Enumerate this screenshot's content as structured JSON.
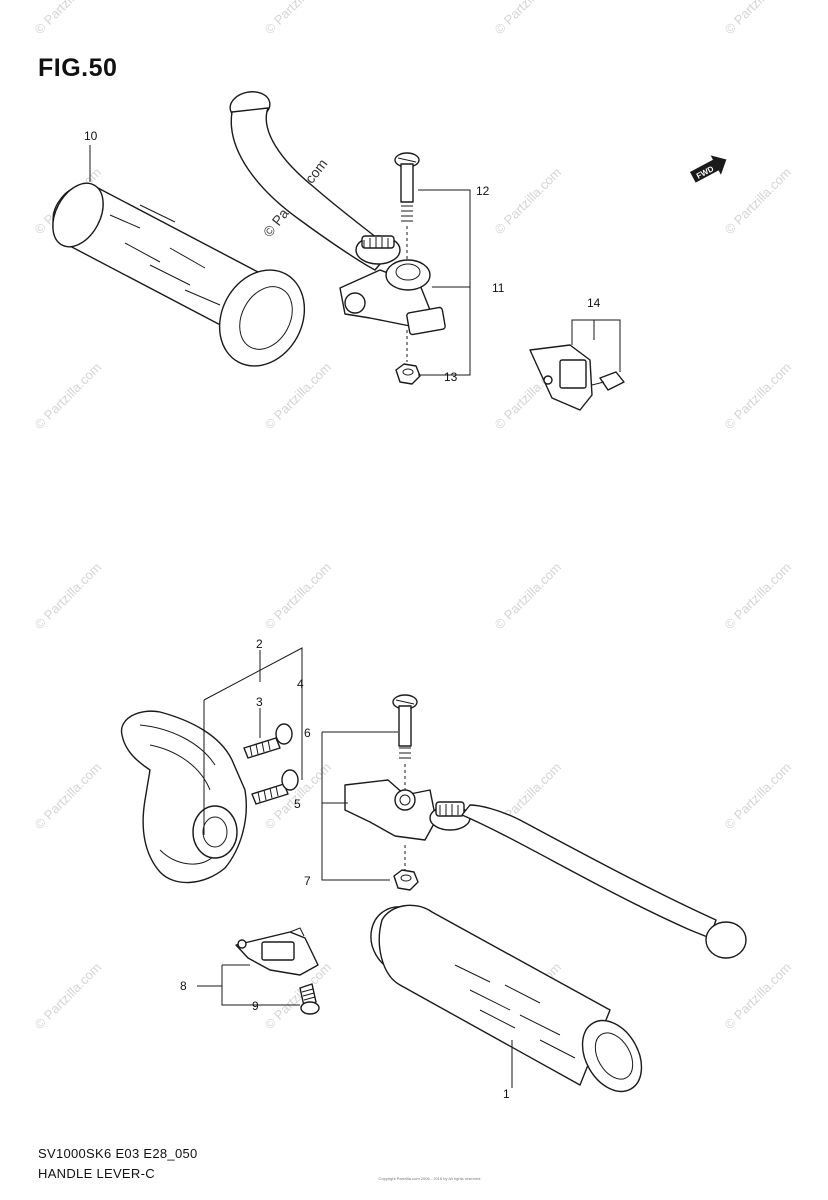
{
  "figure": {
    "title": "FIG.50",
    "model_code": "SV1000SK6 E03 E28_050",
    "section_name": "HANDLE LEVER-C"
  },
  "watermark": {
    "text": "© Partzilla.com"
  },
  "fwd_badge": {
    "text": "FWD",
    "icon": "forward-arrow-icon"
  },
  "copyright": {
    "text": "Copyright Partzilla.com 2006 - 2016 by All rights reserved."
  },
  "callouts": {
    "c1": "1",
    "c2": "2",
    "c3": "3",
    "c4": "4",
    "c5": "5",
    "c6": "6",
    "c7": "7",
    "c8": "8",
    "c9": "9",
    "c10": "10",
    "c11": "11",
    "c12": "12",
    "c13": "13",
    "c14": "14"
  }
}
